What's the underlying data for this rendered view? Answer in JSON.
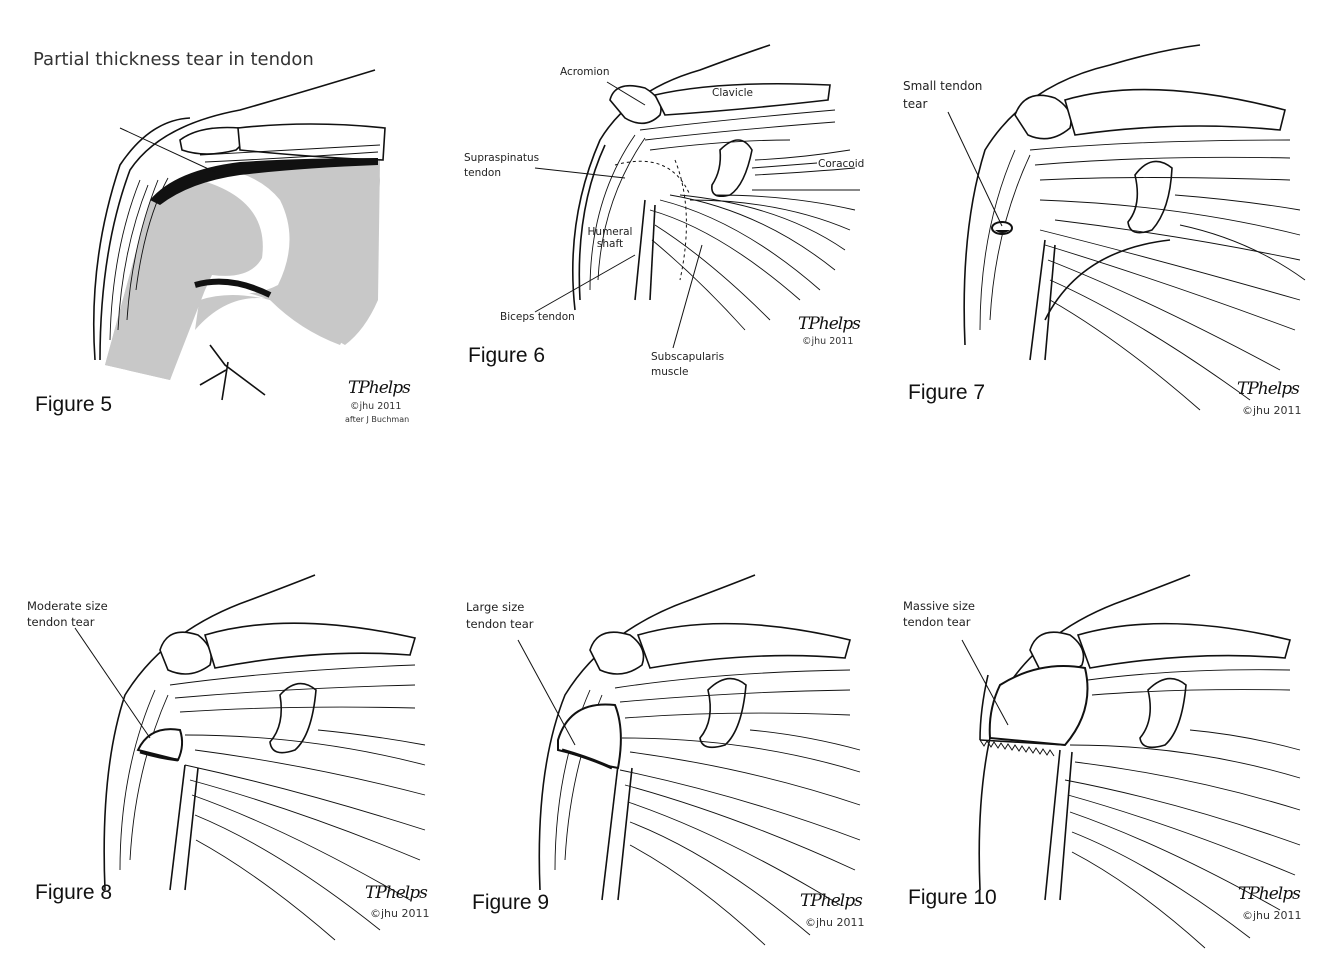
{
  "panels": [
    {
      "id": "fig5",
      "figure_label": "Figure 5",
      "labels": [
        "Partial thickness tear in tendon"
      ],
      "copyright": "©jhu 2011",
      "credit": "after J Buchman",
      "signature": "TPhelps"
    },
    {
      "id": "fig6",
      "figure_label": "Figure 6",
      "labels": [
        "Acromion",
        "Clavicle",
        "Supraspinatus tendon",
        "Coracoid",
        "Humeral shaft",
        "Biceps tendon",
        "Subscapularis muscle"
      ],
      "copyright": "©jhu 2011",
      "signature": "TPhelps"
    },
    {
      "id": "fig7",
      "figure_label": "Figure 7",
      "labels": [
        "Small tendon tear"
      ],
      "copyright": "©jhu 2011",
      "signature": "TPhelps"
    },
    {
      "id": "fig8",
      "figure_label": "Figure 8",
      "labels": [
        "Moderate size tendon tear"
      ],
      "copyright": "©jhu 2011",
      "signature": "TPhelps"
    },
    {
      "id": "fig9",
      "figure_label": "Figure 9",
      "labels": [
        "Large size tendon tear"
      ],
      "copyright": "©jhu 2011",
      "signature": "TPhelps"
    },
    {
      "id": "fig10",
      "figure_label": "Figure 10",
      "labels": [
        "Massive size tendon tear"
      ],
      "copyright": "©jhu 2011",
      "signature": "TPhelps"
    }
  ],
  "colors": {
    "background": "#ffffff",
    "ink": "#111111",
    "bone_shade": "#c8c8c8"
  }
}
